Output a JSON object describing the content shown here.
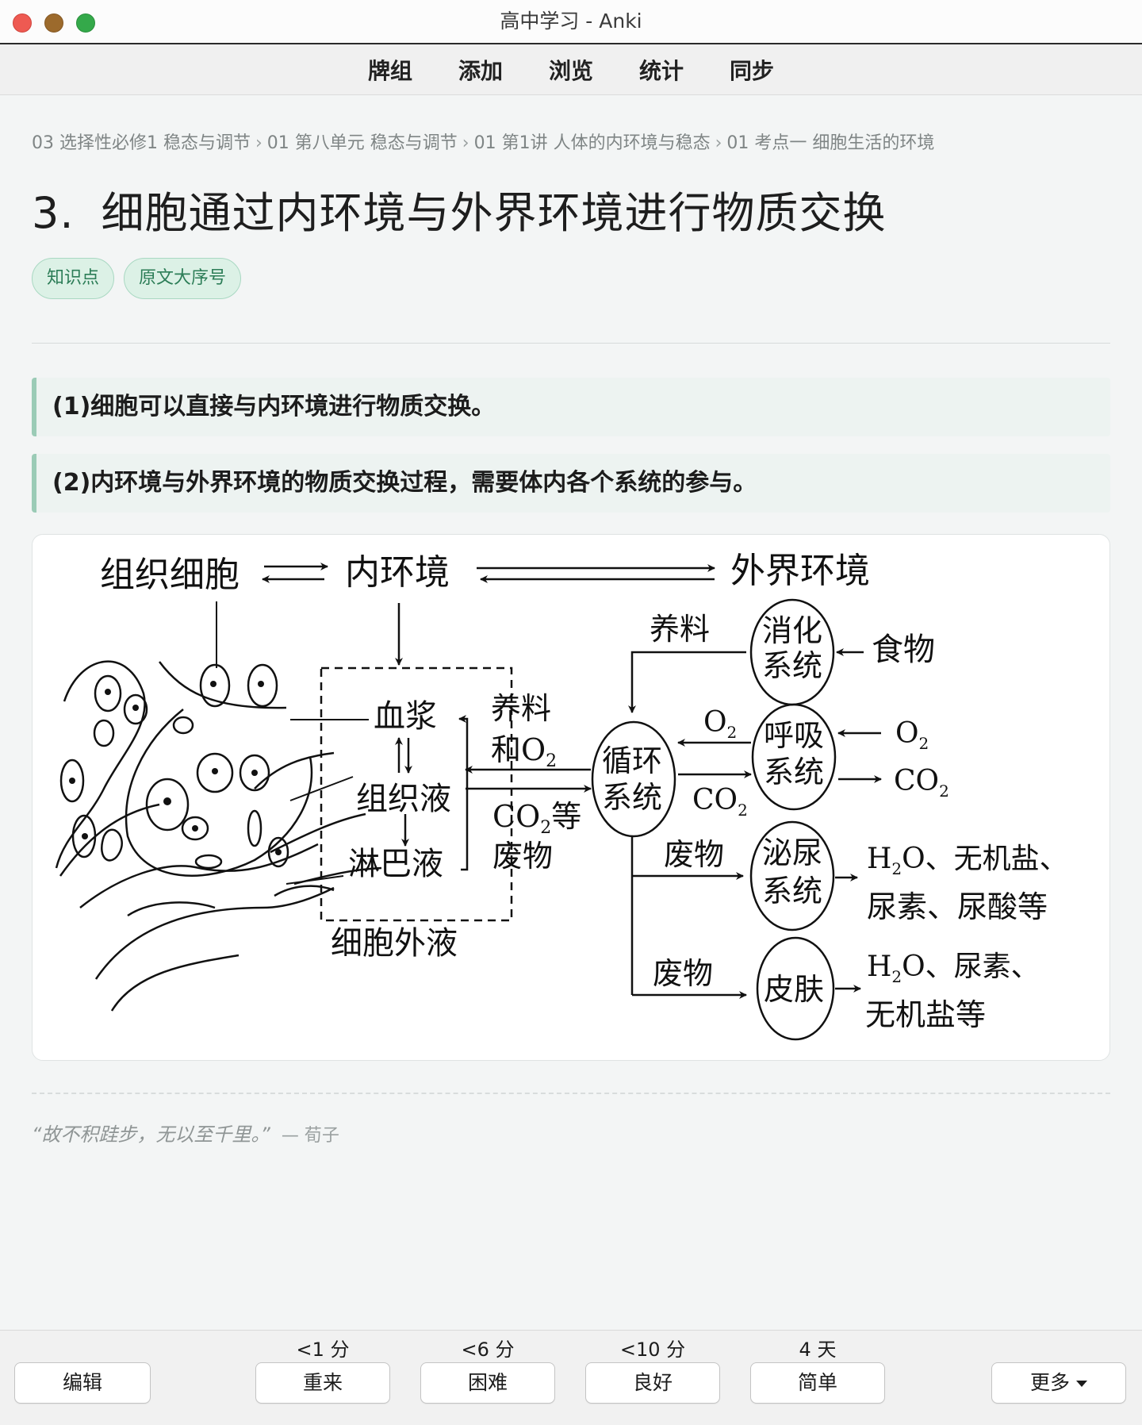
{
  "window": {
    "title": "高中学习 - Anki"
  },
  "toolbar": {
    "items": [
      "牌组",
      "添加",
      "浏览",
      "统计",
      "同步"
    ]
  },
  "breadcrumb": [
    "03 选择性必修1 稳态与调节",
    "01 第八单元 稳态与调节",
    "01 第1讲 人体的内环境与稳态",
    "01 考点一 细胞生活的环境"
  ],
  "breadcrumb_sep": "›",
  "card": {
    "number": "3.",
    "title": "细胞通过内环境与外界环境进行物质交换",
    "tags": [
      "知识点",
      "原文大序号"
    ],
    "points": [
      "(1)细胞可以直接与内环境进行物质交换。",
      "(2)内环境与外界环境的物质交换过程，需要体内各个系统的参与。"
    ]
  },
  "diagram": {
    "tissue_cell": "组织细胞",
    "internal_env": "内环境",
    "external_env": "外界环境",
    "plasma": "血浆",
    "tissue_fluid": "组织液",
    "lymph": "淋巴液",
    "ecf": "细胞外液",
    "nutrients": "养料",
    "nutrients_o2": "养料",
    "and_o2": "和O",
    "co2_etc": "CO",
    "co2_etc_suffix": "等",
    "waste": "废物",
    "circulation_1": "循环",
    "circulation_2": "系统",
    "digestion_1": "消化",
    "digestion_2": "系统",
    "respiration_1": "呼吸",
    "respiration_2": "系统",
    "urinary_1": "泌尿",
    "urinary_2": "系统",
    "skin": "皮肤",
    "food": "食物",
    "o2": "O",
    "co2": "CO",
    "sub2": "2",
    "urinary_out_1a": "H",
    "urinary_out_1b": "O、无机盐、",
    "urinary_out_2": "尿素、尿酸等",
    "skin_out_1a": "H",
    "skin_out_1b": "O、尿素、",
    "skin_out_2": "无机盐等"
  },
  "quote": {
    "text": "“故不积跬步，无以至千里。”",
    "author": "— 荀子"
  },
  "answer_buttons": [
    {
      "label": "重来",
      "interval": "<1 分"
    },
    {
      "label": "困难",
      "interval": "<6 分"
    },
    {
      "label": "良好",
      "interval": "<10 分"
    },
    {
      "label": "简单",
      "interval": "4 天"
    }
  ],
  "edit_label": "编辑",
  "more_label": "更多"
}
